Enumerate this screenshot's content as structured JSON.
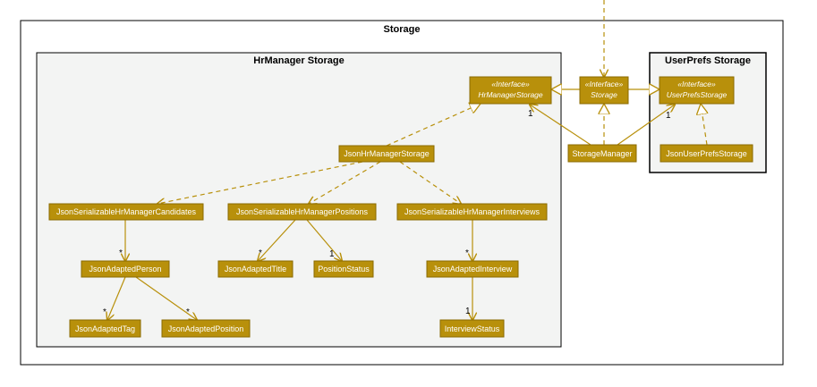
{
  "packages": {
    "storage": "Storage",
    "hrmanager": "HrManager Storage",
    "userprefs": "UserPrefs Storage"
  },
  "interfaces": {
    "hrmanager_storage": {
      "stereotype": "«Interface»",
      "name": "HrManagerStorage"
    },
    "storage": {
      "stereotype": "«Interface»",
      "name": "Storage"
    },
    "userprefs_storage": {
      "stereotype": "«Interface»",
      "name": "UserPrefsStorage"
    }
  },
  "classes": {
    "storage_manager": "StorageManager",
    "json_userprefs_storage": "JsonUserPrefsStorage",
    "json_hrmanager_storage": "JsonHrManagerStorage",
    "candidates": "JsonSerializableHrManagerCandidates",
    "positions": "JsonSerializableHrManagerPositions",
    "interviews": "JsonSerializableHrManagerInterviews",
    "person": "JsonAdaptedPerson",
    "title": "JsonAdaptedTitle",
    "position_status": "PositionStatus",
    "interview": "JsonAdaptedInterview",
    "tag": "JsonAdaptedTag",
    "position": "JsonAdaptedPosition",
    "interview_status": "InterviewStatus"
  },
  "multiplicities": {
    "mgr_to_hr": "1",
    "mgr_to_prefs": "1",
    "cand_to_person": "*",
    "pos_to_title": "*",
    "pos_to_status": "1",
    "int_to_interview": "*",
    "person_to_tag": "*",
    "person_to_position": "*",
    "interview_to_status": "1"
  },
  "colors": {
    "class_fill": "#b8900b",
    "class_border": "#8a6a00",
    "arrow": "#b8900b",
    "package_fill": "#f3f4f3",
    "package_border": "#000000"
  }
}
